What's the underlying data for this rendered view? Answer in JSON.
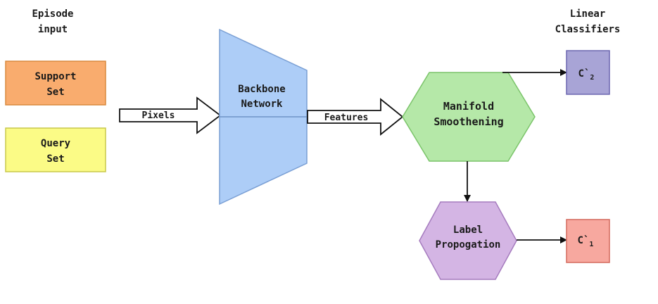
{
  "labels": {
    "episode_input": [
      "Episode",
      "input"
    ],
    "linear_classifiers": [
      "Linear",
      "Classifiers"
    ]
  },
  "nodes": {
    "support_set": {
      "lines": [
        "Support",
        "Set"
      ],
      "fill": "#F9AC6E",
      "stroke": "#D98A3E"
    },
    "query_set": {
      "lines": [
        "Query",
        "Set"
      ],
      "fill": "#FBFB86",
      "stroke": "#C8C84A"
    },
    "backbone_network": {
      "lines": [
        "Backbone",
        "Network"
      ],
      "fill": "#ADCDF7",
      "stroke": "#7A9FD4"
    },
    "manifold_smoothening": {
      "lines": [
        "Manifold",
        "Smoothening"
      ],
      "fill": "#B5E8A8",
      "stroke": "#7BC46A"
    },
    "label_propogation": {
      "lines": [
        "Label",
        "Propogation"
      ],
      "fill": "#D4B5E4",
      "stroke": "#A57BBE"
    },
    "c2": {
      "main": "C`",
      "sub": "2",
      "fill": "#A8A4D6",
      "stroke": "#6C67B0"
    },
    "c1": {
      "main": "C`",
      "sub": "1",
      "fill": "#F7A89F",
      "stroke": "#D46A5E"
    }
  },
  "edges": {
    "pixels": "Pixels",
    "features": "Features"
  }
}
